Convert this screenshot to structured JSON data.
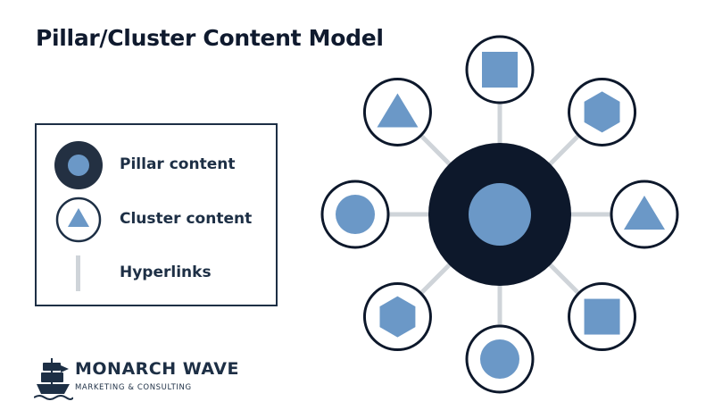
{
  "title": "Pillar/Cluster Content Model",
  "legend": {
    "items": [
      {
        "label": "Pillar content",
        "kind": "pillar"
      },
      {
        "label": "Cluster content",
        "kind": "cluster"
      },
      {
        "label": "Hyperlinks",
        "kind": "hyperlink"
      }
    ]
  },
  "diagram": {
    "pillar": {
      "shape": "circle"
    },
    "clusters": [
      {
        "position": "top",
        "shape": "square"
      },
      {
        "position": "top-right",
        "shape": "hexagon"
      },
      {
        "position": "right",
        "shape": "triangle"
      },
      {
        "position": "bottom-right",
        "shape": "square"
      },
      {
        "position": "bottom",
        "shape": "circle"
      },
      {
        "position": "bottom-left",
        "shape": "hexagon"
      },
      {
        "position": "left",
        "shape": "circle"
      },
      {
        "position": "top-left",
        "shape": "triangle"
      }
    ]
  },
  "logo": {
    "name": "MONARCH WAVE",
    "tagline": "MARKETING & CONSULTING"
  },
  "colors": {
    "navy": "#0d182b",
    "legend_border": "#1d2f45",
    "shape_fill": "#6b98c7",
    "link_gray": "#cfd4d9",
    "title": "#0f1a2e"
  }
}
